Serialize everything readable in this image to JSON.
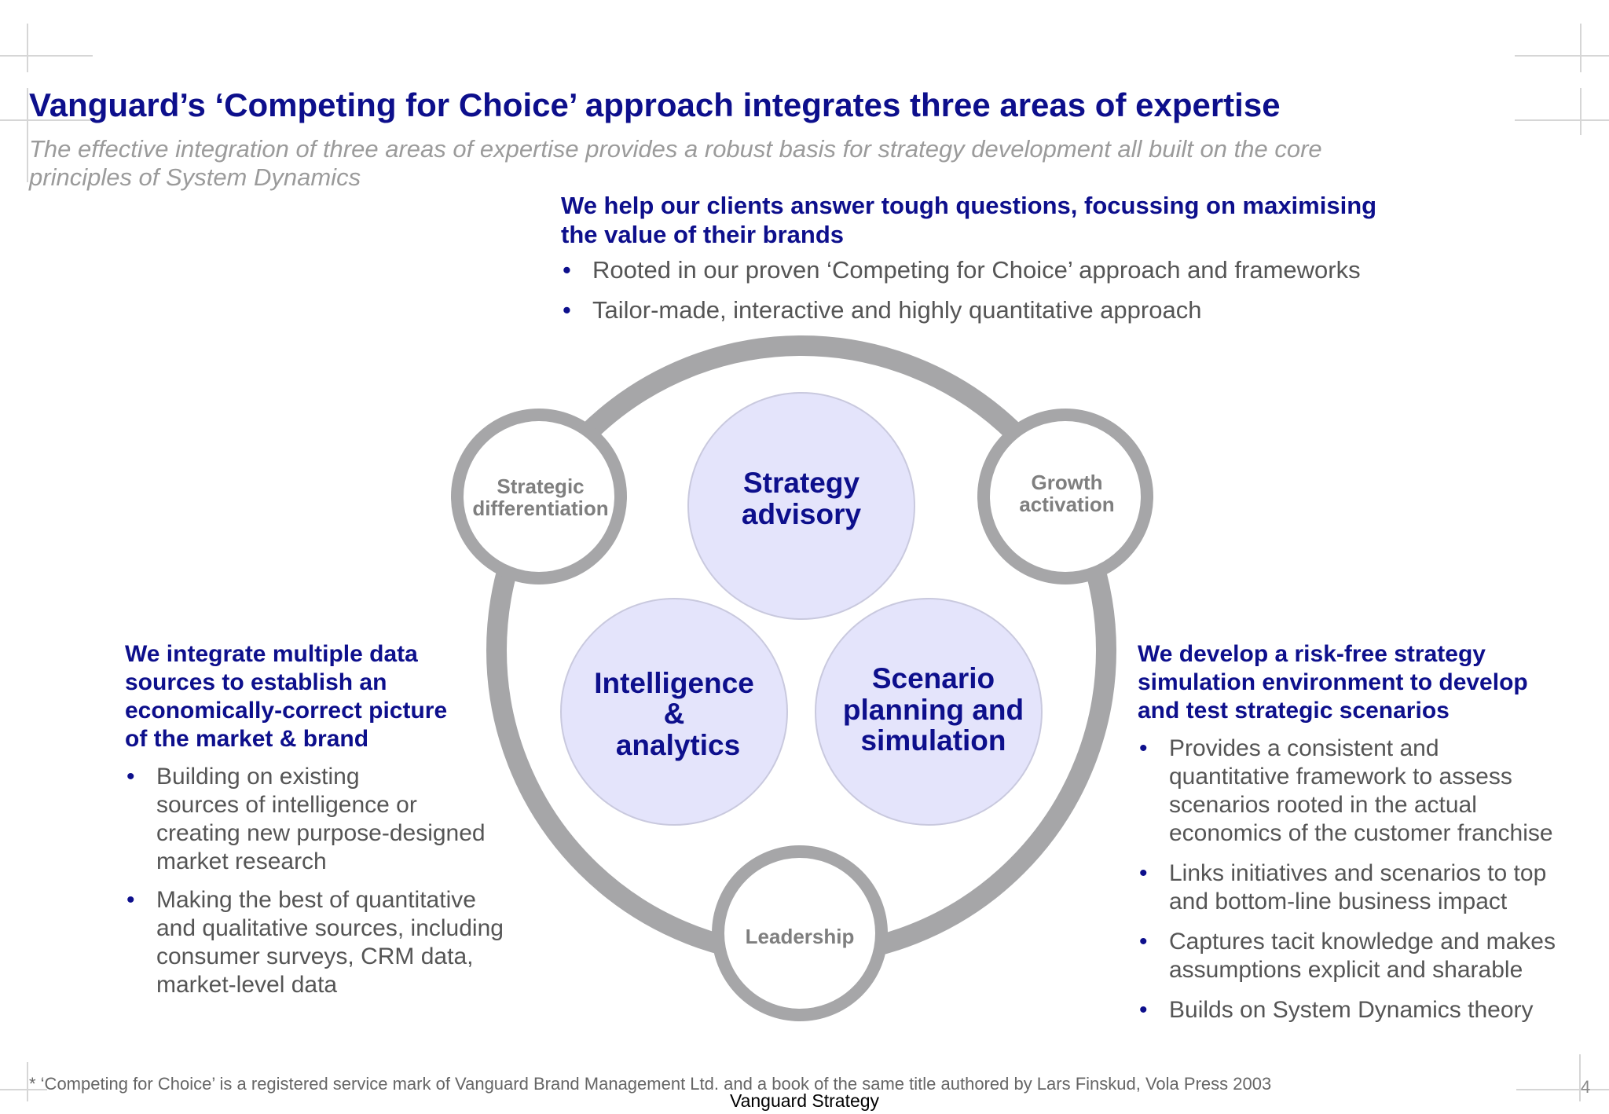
{
  "slide": {
    "title": "Vanguard’s ‘Competing for Choice’ approach integrates three areas of expertise",
    "subtitle": "The effective integration of three areas of expertise provides a robust basis for strategy development all built on the core principles of System Dynamics"
  },
  "top_block": {
    "heading_lines": [
      "We help our clients answer tough questions, focussing on maximising",
      "the value of their brands"
    ],
    "bullets": [
      "Rooted in our proven ‘Competing for Choice’ approach and frameworks",
      "Tailor-made, interactive and highly quantitative approach"
    ]
  },
  "left_block": {
    "heading_lines": [
      "We integrate multiple data",
      "sources to establish an",
      "economically-correct picture",
      "of the market & brand"
    ],
    "bullets": [
      [
        "Building on existing",
        "sources of intelligence or",
        "creating new purpose-designed",
        "market research"
      ],
      [
        "Making the best of quantitative",
        "and qualitative sources, including",
        "consumer surveys, CRM data,",
        "market-level data"
      ]
    ]
  },
  "right_block": {
    "heading_lines": [
      "We develop a risk-free strategy",
      "simulation environment to develop",
      "and test strategic scenarios"
    ],
    "bullets": [
      [
        "Provides a consistent and",
        "quantitative framework to assess",
        "scenarios rooted in the actual",
        "economics of the customer franchise"
      ],
      [
        "Links initiatives and scenarios to top",
        "and bottom-line business impact"
      ],
      [
        "Captures tacit knowledge and makes",
        "assumptions explicit and sharable"
      ],
      [
        "Builds on System Dynamics theory"
      ]
    ]
  },
  "diagram": {
    "colors": {
      "ring": "#a6a6a8",
      "core_fill": "#e4e4fb",
      "core_stroke": "#c9c9de",
      "core_text": "#0d0f8c",
      "satellite_text": "#7f7f7f"
    },
    "core_circles": {
      "strategy": [
        "Strategy",
        "advisory"
      ],
      "intelligence": [
        "Intelligence",
        "&",
        "analytics"
      ],
      "scenario": [
        "Scenario",
        "planning and",
        "simulation"
      ]
    },
    "satellites": {
      "strategic": [
        "Strategic",
        "differentiation"
      ],
      "growth": [
        "Growth",
        "activation"
      ],
      "leadership": [
        "Leadership"
      ]
    }
  },
  "footer": {
    "footnote": "* ‘Competing for Choice’ is a registered service mark of Vanguard Brand Management Ltd. and a book of the same title authored by Lars Finskud, Vola Press 2003",
    "brand": "Vanguard Strategy",
    "page_number": "4"
  }
}
